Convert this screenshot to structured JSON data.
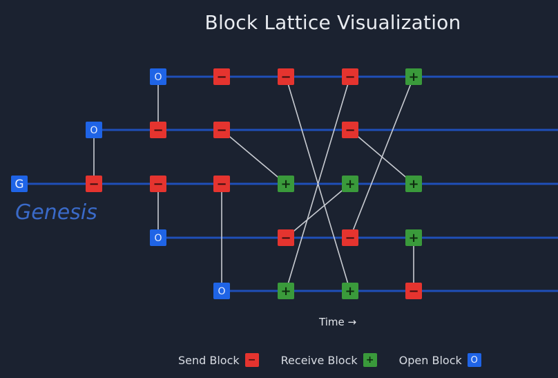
{
  "title": "Block Lattice Visualization",
  "genesis_label": "Genesis",
  "time_label": "Time →",
  "colors": {
    "background": "#1b2230",
    "chain_line": "#1f4fb8",
    "link_line": "#c9ccd2",
    "send": "#e5342f",
    "receive": "#3a9a3b",
    "open": "#1f64e6"
  },
  "block_glyphs": {
    "genesis": "G",
    "send": "−",
    "receive": "+",
    "open": "O"
  },
  "legend": [
    {
      "label": "Send Block",
      "type": "send"
    },
    {
      "label": "Receive Block",
      "type": "receive"
    },
    {
      "label": "Open Block",
      "type": "open"
    }
  ],
  "diagram": {
    "chains": [
      {
        "id": "A",
        "blocks": [
          {
            "id": "A1",
            "type": "open",
            "step": 2
          },
          {
            "id": "A2",
            "type": "send",
            "step": 3
          },
          {
            "id": "A3",
            "type": "send",
            "step": 4
          },
          {
            "id": "A4",
            "type": "send",
            "step": 5
          },
          {
            "id": "A5",
            "type": "receive",
            "step": 6
          }
        ]
      },
      {
        "id": "B",
        "blocks": [
          {
            "id": "B1",
            "type": "open",
            "step": 1
          },
          {
            "id": "B2",
            "type": "send",
            "step": 2
          },
          {
            "id": "B3",
            "type": "send",
            "step": 3
          },
          {
            "id": "B4",
            "type": "send",
            "step": 5
          }
        ]
      },
      {
        "id": "G",
        "blocks": [
          {
            "id": "G0",
            "type": "genesis",
            "step": 0
          },
          {
            "id": "G1",
            "type": "send",
            "step": 1
          },
          {
            "id": "G2",
            "type": "send",
            "step": 2
          },
          {
            "id": "G3",
            "type": "send",
            "step": 3
          },
          {
            "id": "G4",
            "type": "receive",
            "step": 4
          },
          {
            "id": "G5",
            "type": "receive",
            "step": 5
          },
          {
            "id": "G6",
            "type": "receive",
            "step": 6
          }
        ]
      },
      {
        "id": "C",
        "blocks": [
          {
            "id": "C1",
            "type": "open",
            "step": 2
          },
          {
            "id": "C2",
            "type": "send",
            "step": 4
          },
          {
            "id": "C3",
            "type": "send",
            "step": 5
          },
          {
            "id": "C4",
            "type": "receive",
            "step": 6
          }
        ]
      },
      {
        "id": "D",
        "blocks": [
          {
            "id": "D1",
            "type": "open",
            "step": 3
          },
          {
            "id": "D2",
            "type": "receive",
            "step": 4
          },
          {
            "id": "D3",
            "type": "receive",
            "step": 5
          },
          {
            "id": "D4",
            "type": "send",
            "step": 6
          }
        ]
      }
    ],
    "links": [
      [
        "B1",
        "G1"
      ],
      [
        "A1",
        "B2"
      ],
      [
        "C1",
        "G2"
      ],
      [
        "D1",
        "G3"
      ],
      [
        "B3",
        "G4"
      ],
      [
        "A3",
        "D3"
      ],
      [
        "A4",
        "D2"
      ],
      [
        "A5",
        "C3"
      ],
      [
        "C2",
        "G5"
      ],
      [
        "B4",
        "G6"
      ],
      [
        "C4",
        "D4"
      ]
    ]
  }
}
